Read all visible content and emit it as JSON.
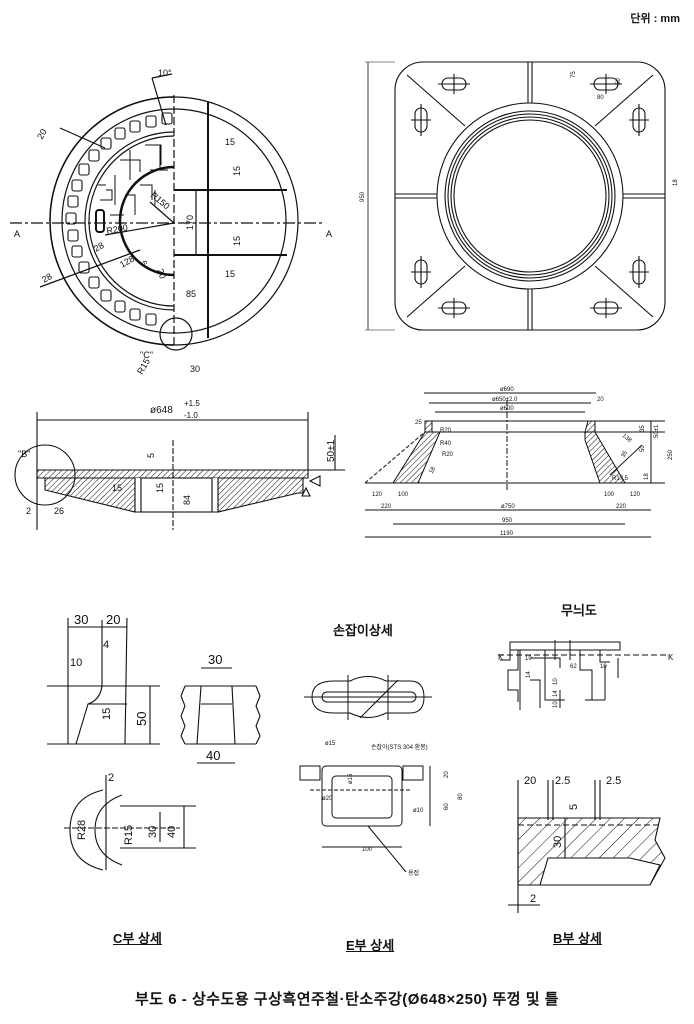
{
  "unit_label": "단위 : mm",
  "caption": "부도 6 - 상수도용 구상흑연주철·탄소주강(Ø648×250) 뚜껑 및 틀",
  "cover_plan": {
    "angle": "10°",
    "dims": [
      "20",
      "15",
      "15",
      "15",
      "15",
      "R150",
      "R200",
      "170",
      "128",
      "28",
      "28",
      "5",
      "20",
      "85",
      "30",
      "R15"
    ],
    "section_marks": [
      "A",
      "A"
    ],
    "detail_mark": "\"C\""
  },
  "frame_plan": {
    "dims": [
      "950",
      "75",
      "50",
      "80",
      "18"
    ]
  },
  "cover_section": {
    "diameter": "ø648",
    "tol_plus": "+1.5",
    "tol_minus": "-1.0",
    "height": "50±1",
    "detail_mark": "\"B\"",
    "dims": [
      "5",
      "15",
      "15",
      "84",
      "2",
      "26"
    ]
  },
  "frame_section": {
    "dims_top": [
      "ø690",
      "ø650±2.0",
      "ø600",
      "20",
      "25"
    ],
    "radii": [
      "R20",
      "R40",
      "R20",
      "R17.5"
    ],
    "dims_side": [
      "35",
      "50±1",
      "50",
      "250",
      "18",
      "35",
      "18",
      "138"
    ],
    "dims_bottom": [
      "120",
      "100",
      "100",
      "120",
      "220",
      "ø750",
      "220",
      "950",
      "1190"
    ]
  },
  "detail_notch": {
    "dims": [
      "30",
      "20",
      "4",
      "10",
      "15",
      "50",
      "30",
      "40"
    ]
  },
  "detail_c": {
    "title": "C부 상세",
    "dims": [
      "2",
      "R28",
      "R15",
      "30",
      "40"
    ]
  },
  "detail_handle": {
    "title": "손잡이상세",
    "dims": [
      "ø15",
      "ø15",
      "ø20",
      "ø10",
      "20",
      "60",
      "80",
      "100"
    ],
    "note_handle": "손잡이(STS 304 환봉)",
    "note_weld": "용접"
  },
  "detail_e": {
    "title": "E부 상세"
  },
  "pattern": {
    "title": "무늬도",
    "marks": [
      "K",
      "K"
    ],
    "dims": [
      "10",
      "62",
      "10",
      "14",
      "10",
      "14",
      "10"
    ]
  },
  "detail_b": {
    "title": "B부 상세",
    "dims": [
      "20",
      "2.5",
      "2.5",
      "5",
      "30",
      "2"
    ]
  }
}
